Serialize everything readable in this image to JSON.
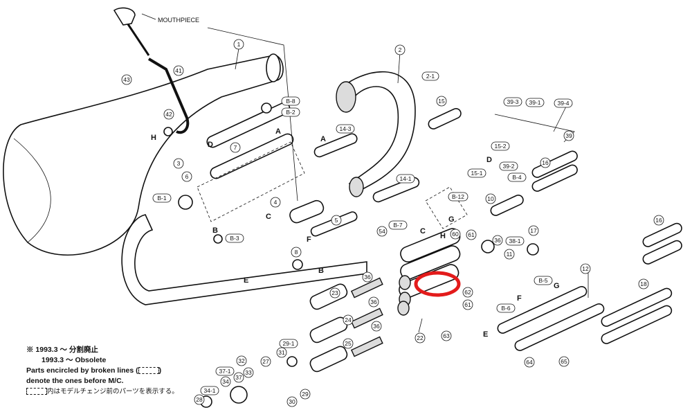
{
  "labels": {
    "mouthpiece": "MOUTHPIECE",
    "parts": [
      "1",
      "2",
      "2-1",
      "3",
      "4",
      "5",
      "6",
      "7",
      "8",
      "10",
      "11",
      "12",
      "14-1",
      "14-3",
      "15",
      "15-1",
      "15-2",
      "16",
      "16",
      "17",
      "18",
      "22",
      "23",
      "24",
      "25",
      "27",
      "28",
      "29",
      "29-1",
      "30",
      "31",
      "32",
      "33",
      "34",
      "34-1",
      "36",
      "36",
      "36",
      "36",
      "37",
      "37-1",
      "38",
      "38-1",
      "39",
      "39-1",
      "39-2",
      "39-3",
      "39-4",
      "41",
      "42",
      "43",
      "54",
      "60",
      "61",
      "61",
      "62",
      "63",
      "64",
      "65",
      "B-1",
      "B-2",
      "B-3",
      "B-4",
      "B-5",
      "B-6",
      "B-7",
      "B-8",
      "B-12"
    ],
    "letters": [
      "A",
      "A",
      "B",
      "B",
      "C",
      "C",
      "D",
      "D",
      "E",
      "E",
      "F",
      "F",
      "G",
      "G",
      "H",
      "H"
    ]
  },
  "notes": {
    "line1": "※  1993.3 ～ 分割廃止",
    "line2": "1993.3 ～ Obsolete",
    "line3a": "Parts encircled by broken lines (",
    "line3b": ")",
    "line4": "denote the ones before M/C.",
    "line5": "内はモデルチェンジ前のパーツを表示する。"
  },
  "colors": {
    "highlight": "#e31b1b",
    "ink": "#111111"
  }
}
